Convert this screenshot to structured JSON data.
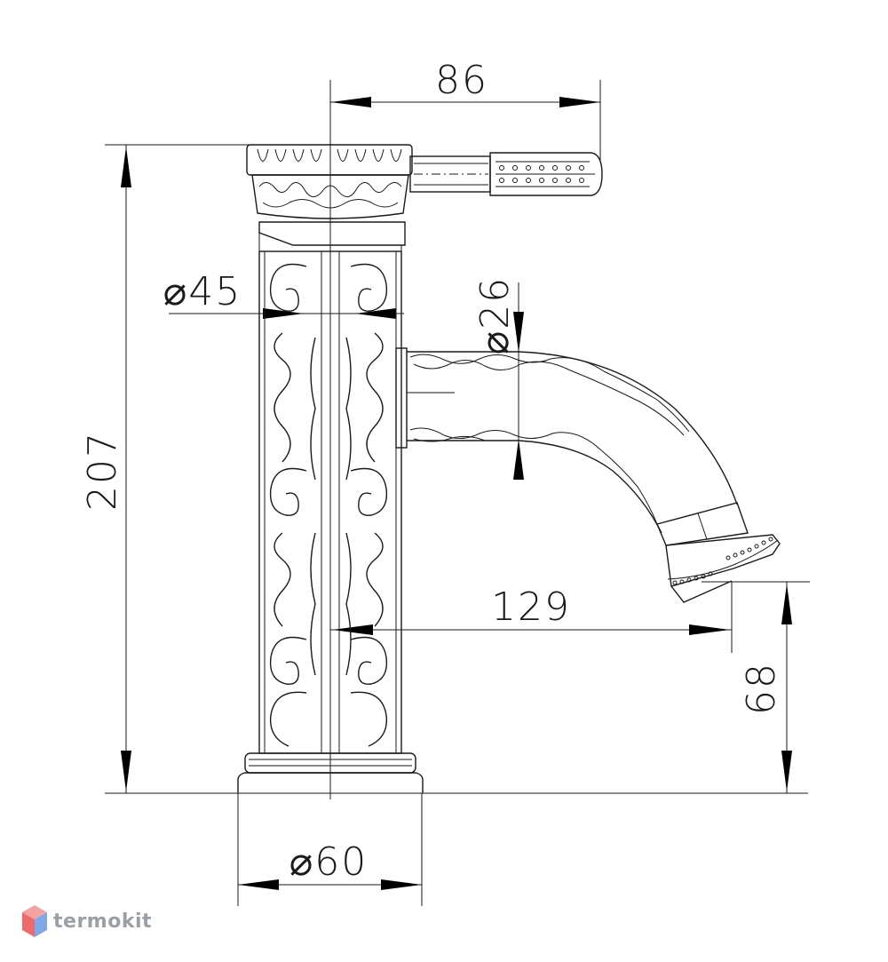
{
  "dimensions": {
    "handle_offset": "86",
    "total_height": "207",
    "body_diameter": "⌀45",
    "spout_diameter": "⌀26",
    "spout_reach": "129",
    "spout_height": "68",
    "base_diameter": "⌀60"
  },
  "watermark": {
    "text": "termokit",
    "icon": "hexagon-cube-icon",
    "colors": {
      "top": "#f4a3a3",
      "left": "#ef6b6b",
      "right": "#7fa8e8"
    }
  }
}
